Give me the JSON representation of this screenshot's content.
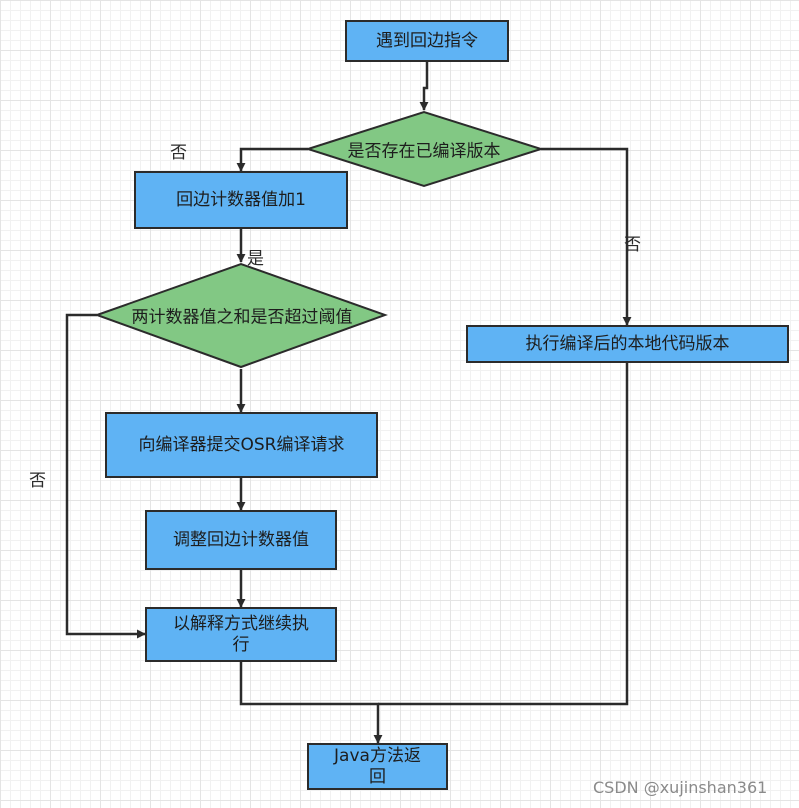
{
  "nodes": {
    "start": "遇到回边指令",
    "has_compiled": "是否存在已编译版本",
    "increment": "回边计数器值加1",
    "threshold": "两计数器值之和是否超过阈值",
    "run_compiled": "执行编译后的本地代码版本",
    "submit_osr": "向编译器提交OSR编译请求",
    "adjust": "调整回边计数器值",
    "interpret": "以解释方式继续执\n行",
    "java_return": "Java方法返\n回"
  },
  "edges": {
    "no_left": "否",
    "no_right": "否",
    "yes": "是",
    "no_loop": "否"
  },
  "watermark": "CSDN @xujinshan361",
  "colors": {
    "process_fill": "#5fb3f4",
    "decision_fill": "#82c884",
    "stroke": "#2b2b2b"
  }
}
